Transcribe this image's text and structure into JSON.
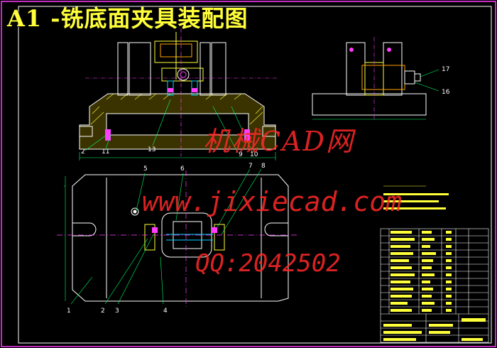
{
  "title": "A1 -铣底面夹具装配图",
  "watermark": {
    "site_cn": "机械CAD网",
    "site_url": "www.jixiecad.com",
    "qq": "QQ:2042502"
  },
  "callouts": {
    "front_view": [
      "2",
      "11",
      "13",
      "9",
      "10"
    ],
    "side_view": [
      "17",
      "16"
    ],
    "plan_view": [
      "5",
      "6",
      "7",
      "8",
      "1",
      "2",
      "3",
      "4"
    ]
  },
  "colors": {
    "background": "#000000",
    "outline": "#ffffff",
    "section_fill": "#ffff3a",
    "hidden": "#00d4ff",
    "accent": "#ff3cff",
    "watermark": "#ff2828",
    "dimension": "#00ff66"
  }
}
